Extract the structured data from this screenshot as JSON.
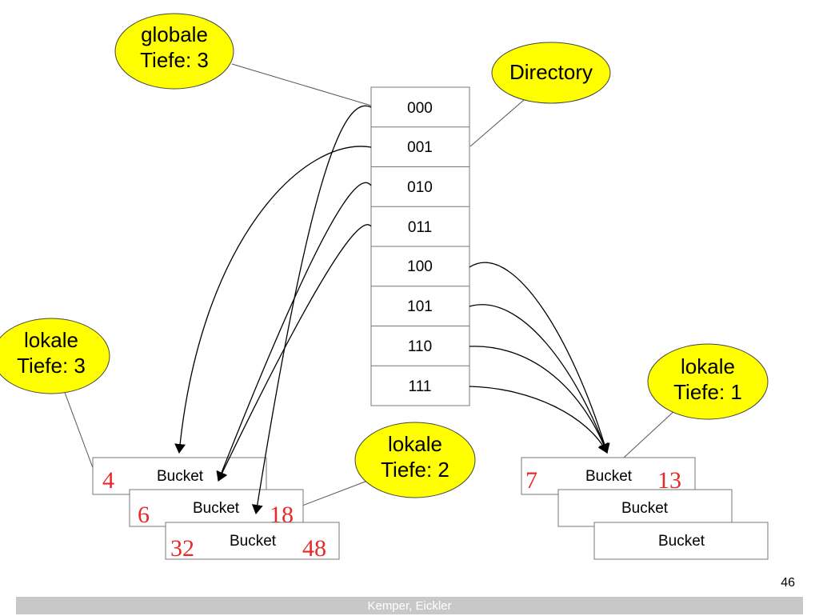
{
  "labels": {
    "global_depth": [
      "globale",
      "Tiefe: 3"
    ],
    "directory": "Directory",
    "local_depth_3": [
      "lokale",
      "Tiefe: 3"
    ],
    "local_depth_2": [
      "lokale",
      "Tiefe: 2"
    ],
    "local_depth_1": [
      "lokale",
      "Tiefe: 1"
    ]
  },
  "directory_entries": [
    "000",
    "001",
    "010",
    "011",
    "100",
    "101",
    "110",
    "111"
  ],
  "buckets": [
    {
      "label": "Bucket",
      "values": [
        "4",
        ""
      ]
    },
    {
      "label": "Bucket",
      "values": [
        "6",
        "18"
      ]
    },
    {
      "label": "Bucket",
      "values": [
        "32",
        "48"
      ]
    },
    {
      "label": "Bucket",
      "values": [
        "7",
        "13"
      ]
    },
    {
      "label": "Bucket",
      "values": [
        "",
        ""
      ]
    },
    {
      "label": "Bucket",
      "values": [
        "",
        ""
      ]
    }
  ],
  "colors": {
    "callout_fill": "#ffff00",
    "number_color": "#e8282a",
    "footer_bg": "#c8c8c8"
  },
  "footer": {
    "page_number": "46",
    "authors": "Kemper, Eickler"
  }
}
